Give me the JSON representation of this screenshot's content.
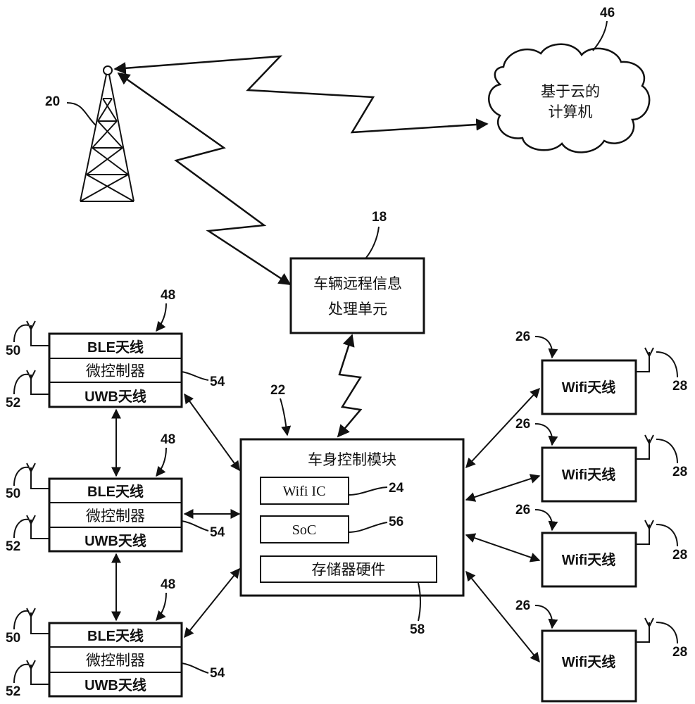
{
  "refs": {
    "tower": "20",
    "cloud": "46",
    "telematics": "18",
    "bcm": "22",
    "wifi_ic": "24",
    "soc": "56",
    "memory": "58",
    "ble_module": "48",
    "ble_antenna": "50",
    "uwb_antenna": "52",
    "microcontroller": "54",
    "wifi_module": "26",
    "wifi_antenna": "28"
  },
  "cloud": {
    "line1": "基于云的",
    "line2": "计算机"
  },
  "telematics": {
    "line1": "车辆远程信息",
    "line2": "处理单元"
  },
  "bcm": {
    "title": "车身控制模块",
    "wifi_ic": "Wifi IC",
    "soc": "SoC",
    "memory": "存储器硬件"
  },
  "ble_module": {
    "ble": "BLE天线",
    "mcu": "微控制器",
    "uwb": "UWB天线"
  },
  "wifi_module": {
    "label": "Wifi天线"
  }
}
